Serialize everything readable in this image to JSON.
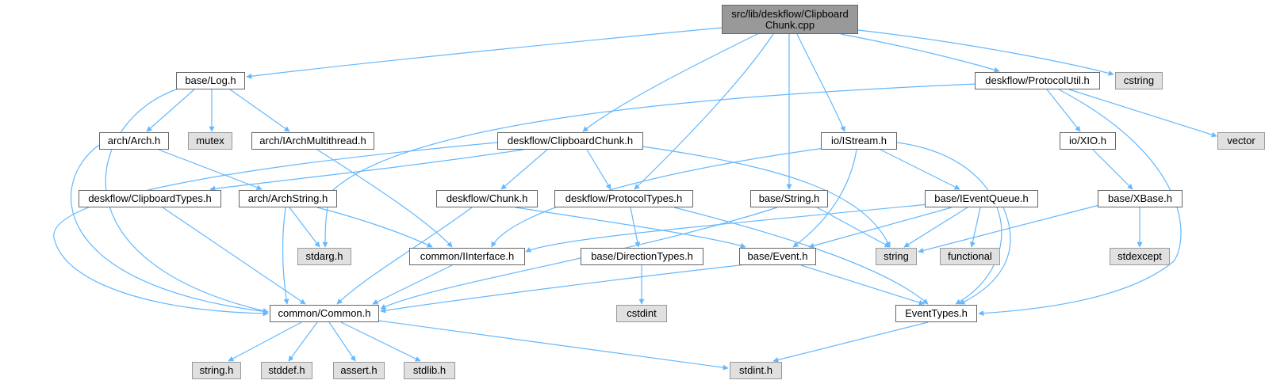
{
  "colors": {
    "edge": "#63b8ff",
    "root_fill": "#999999",
    "file_fill": "#ffffff",
    "system_fill": "#e0e0e0"
  },
  "nodes": {
    "root": {
      "line1": "src/lib/deskflow/Clipboard",
      "line2": "Chunk.cpp"
    },
    "base_log": "base/Log.h",
    "deskflow_protocolutil": "deskflow/ProtocolUtil.h",
    "cstring": "cstring",
    "arch_arch": "arch/Arch.h",
    "mutex": "mutex",
    "arch_iarchmultithread": "arch/IArchMultithread.h",
    "deskflow_clipboardchunk": "deskflow/ClipboardChunk.h",
    "io_istream": "io/IStream.h",
    "io_xio": "io/XIO.h",
    "vector": "vector",
    "deskflow_clipboardtypes": "deskflow/ClipboardTypes.h",
    "arch_archstring": "arch/ArchString.h",
    "deskflow_chunk": "deskflow/Chunk.h",
    "deskflow_protocoltypes": "deskflow/ProtocolTypes.h",
    "base_string": "base/String.h",
    "base_ieventqueue": "base/IEventQueue.h",
    "base_xbase": "base/XBase.h",
    "stdarg": "stdarg.h",
    "common_iinterface": "common/IInterface.h",
    "base_directiontypes": "base/DirectionTypes.h",
    "base_event": "base/Event.h",
    "string": "string",
    "functional": "functional",
    "stdexcept": "stdexcept",
    "cstdint": "cstdint",
    "common_common": "common/Common.h",
    "eventtypes": "EventTypes.h",
    "string_h": "string.h",
    "stddef": "stddef.h",
    "assert": "assert.h",
    "stdlib": "stdlib.h",
    "stdint": "stdint.h"
  }
}
